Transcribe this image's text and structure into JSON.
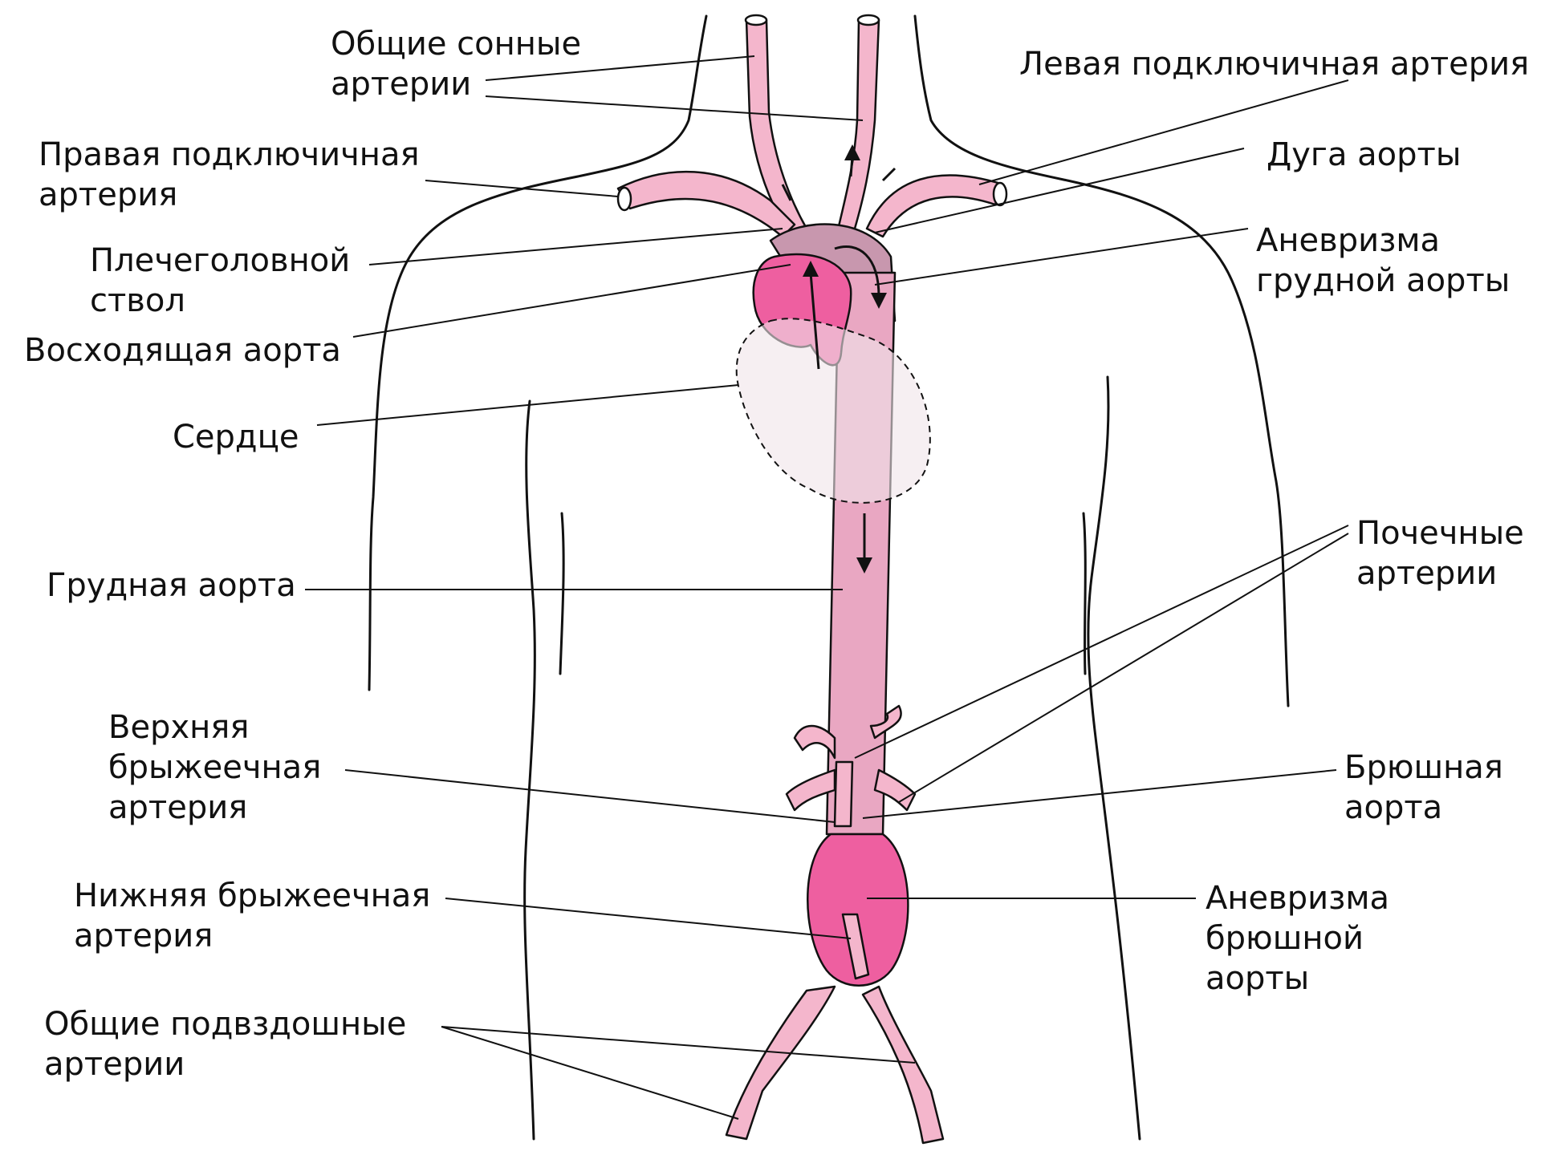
{
  "colors": {
    "vessel": "#f4b6cc",
    "vessel_dark": "#e07fa6",
    "aneurysm": "#ee5fa0",
    "arch": "#c897ae",
    "outline": "#111111",
    "label_text": "#111111"
  },
  "labels": {
    "common_carotid": [
      "Общие сонные",
      "артерии"
    ],
    "left_subclavian": [
      "Левая подключичная артерия"
    ],
    "right_subclavian": [
      "Правая подключичная",
      "артерия"
    ],
    "aortic_arch": [
      "Дуга аорты"
    ],
    "brachiocephalic": [
      "Плечеголовной",
      "ствол"
    ],
    "thoracic_aneurysm": [
      "Аневризма",
      "грудной аорты"
    ],
    "ascending_aorta": [
      "Восходящая аорта"
    ],
    "heart": [
      "Сердце"
    ],
    "renal_arteries": [
      "Почечные",
      "артерии"
    ],
    "thoracic_aorta": [
      "Грудная аорта"
    ],
    "superior_mesenteric": [
      "Верхняя",
      "брыжеечная",
      "артерия"
    ],
    "abdominal_aorta": [
      "Брюшная",
      "аорта"
    ],
    "abdominal_aneurysm": [
      "Аневризма",
      "брюшной",
      "аорты"
    ],
    "inferior_mesenteric": [
      "Нижняя брыжеечная",
      "артерия"
    ],
    "common_iliac": [
      "Общие подвздошные",
      "артерии"
    ]
  }
}
